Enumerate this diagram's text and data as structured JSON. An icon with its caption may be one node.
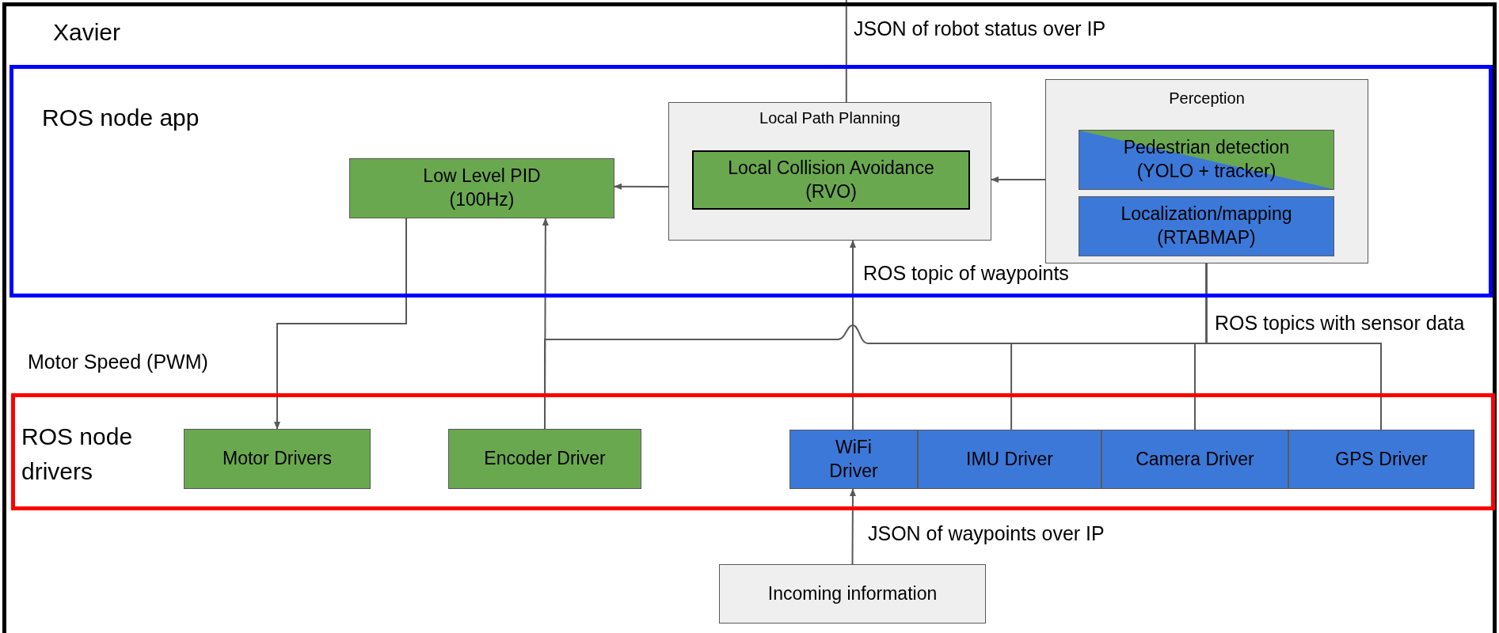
{
  "diagram": {
    "nodes": [
      {
        "text": [
          "Xavier"
        ]
      },
      {
        "text": [
          "ROS node app"
        ],
        "in": 0
      },
      {
        "text": [
          "Low Level PID (100Hz)"
        ],
        "in": 1
      },
      {
        "text": [
          "Local Path Planning"
        ],
        "in": 1
      },
      {
        "text": [
          "Local Collision Avoidance (RVO)"
        ],
        "in": 3
      },
      {
        "text": [
          "Perception"
        ],
        "in": 1
      },
      {
        "text": [
          "Pedestrian detection (YOLO + tracker)"
        ],
        "in": 5
      },
      {
        "text": [
          "Localization/mapping (RTABMAP)"
        ],
        "in": 5
      },
      {
        "text": [
          "ROS node drivers"
        ],
        "in": 0
      },
      {
        "text": [
          "Motor Drivers"
        ],
        "in": 8
      },
      {
        "text": [
          "Encoder Driver"
        ],
        "in": 8
      },
      {
        "text": [
          "WiFi Driver"
        ],
        "in": 8
      },
      {
        "text": [
          "IMU Driver"
        ],
        "in": 8
      },
      {
        "text": [
          "Camera Driver"
        ],
        "in": 8
      },
      {
        "text": [
          "GPS Driver"
        ],
        "in": 8
      },
      {
        "text": [
          "Incoming information"
        ],
        "in": 0
      }
    ],
    "edges": [
      {
        "from": 3,
        "to": null,
        "arrow": "none",
        "label": "JSON of robot status over IP"
      },
      {
        "from": 5,
        "to": 3,
        "arrow": "to"
      },
      {
        "from": 3,
        "to": 2,
        "arrow": "to"
      },
      {
        "from": 2,
        "to": 9,
        "arrow": "to",
        "label": "Motor Speed (PWM)"
      },
      {
        "from": 10,
        "to": 2,
        "arrow": "to"
      },
      {
        "from": 10,
        "to": 7,
        "arrow": "to"
      },
      {
        "from": 12,
        "to": 7,
        "arrow": "to"
      },
      {
        "from": 13,
        "to": 7,
        "arrow": "to"
      },
      {
        "from": 14,
        "to": 7,
        "arrow": "to"
      },
      {
        "from": 11,
        "to": 3,
        "arrow": "to",
        "label": "ROS topic of waypoints"
      },
      {
        "from": 15,
        "to": 11,
        "arrow": "to",
        "label": "JSON of waypoints over IP"
      }
    ],
    "labels": [
      "ROS topics with sensor data"
    ]
  }
}
